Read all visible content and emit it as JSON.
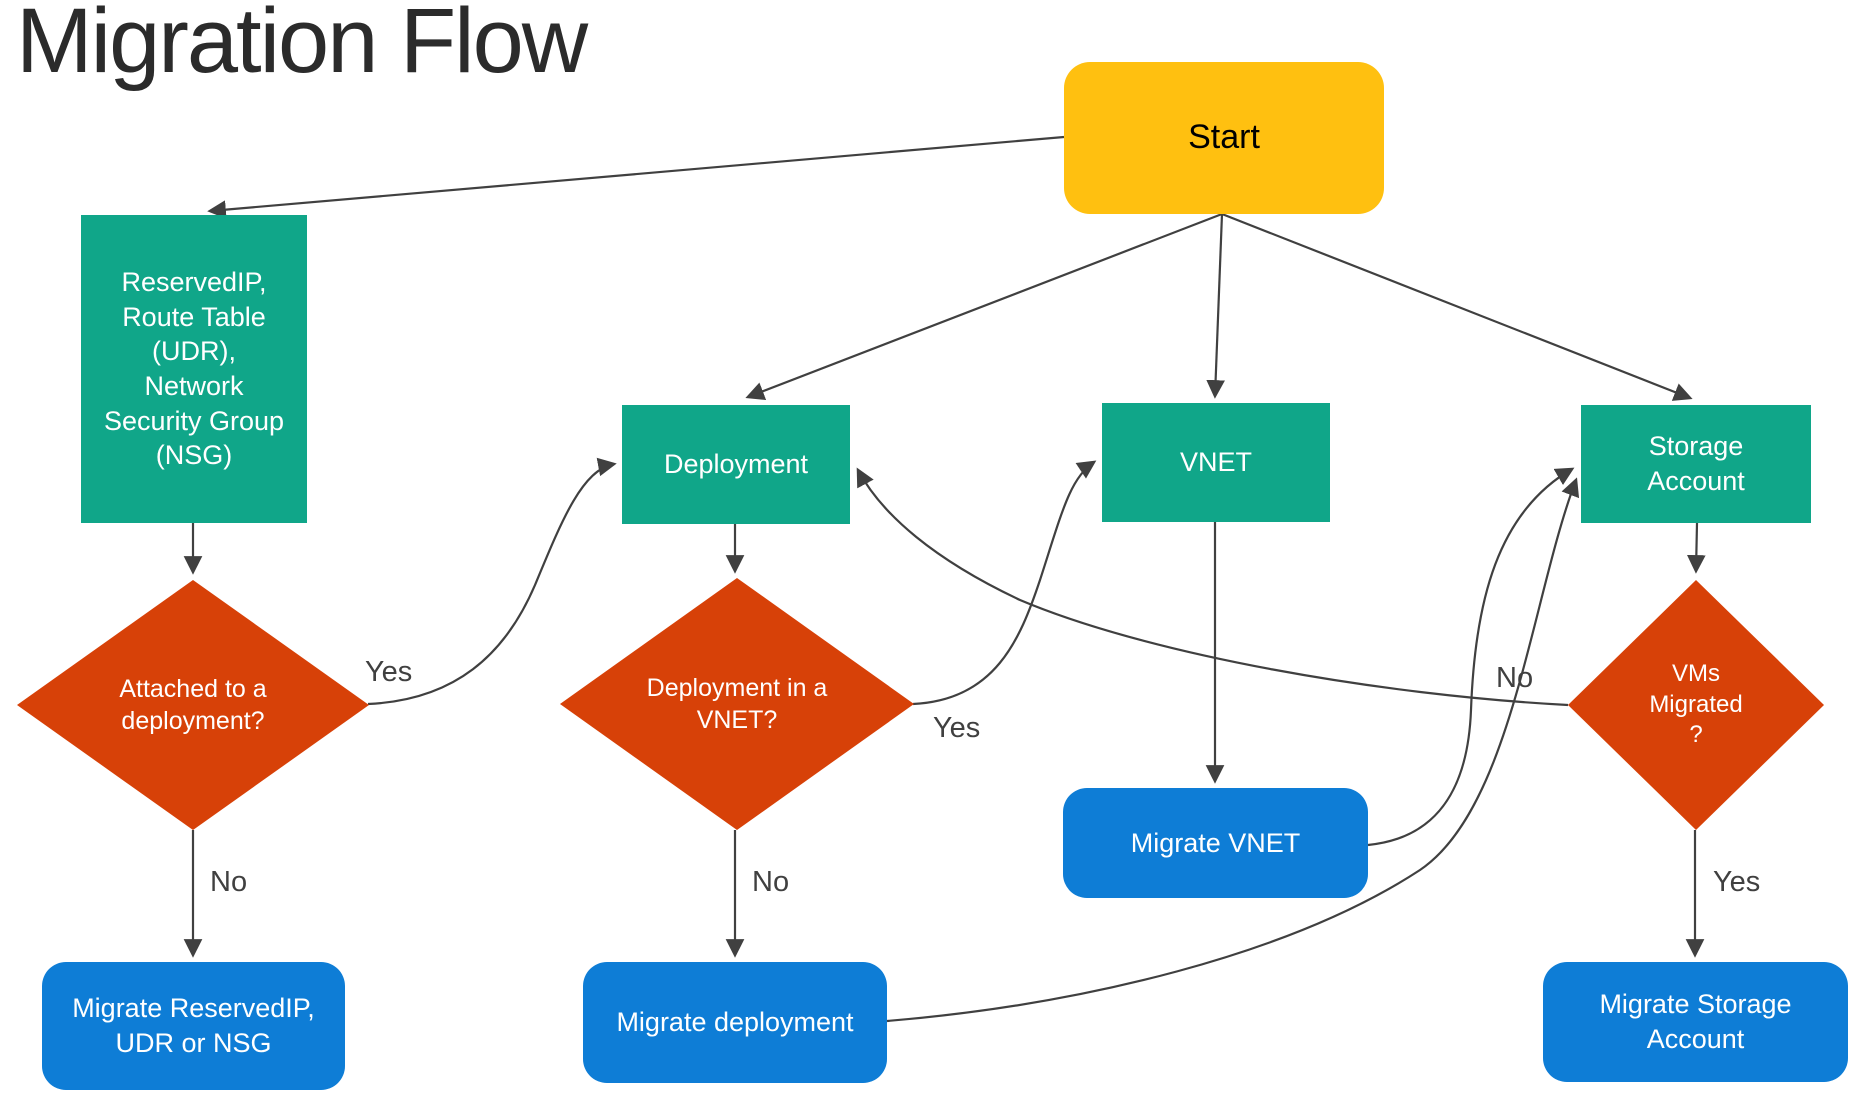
{
  "title": "Migration Flow",
  "colors": {
    "start_fill": "#FFC010",
    "entity_fill": "#10A689",
    "decision_fill": "#D74108",
    "action_fill": "#0E7DD6",
    "line": "#404040",
    "title_text": "#2b2b2b",
    "node_text": "#ffffff",
    "start_text": "#000000"
  },
  "nodes": {
    "start": {
      "label": "Start",
      "type": "start"
    },
    "reserved_ip": {
      "label": "ReservedIP, Route Table (UDR), Network Security Group (NSG)",
      "type": "entity"
    },
    "deployment": {
      "label": "Deployment",
      "type": "entity"
    },
    "vnet": {
      "label": "VNET",
      "type": "entity"
    },
    "storage_account": {
      "label": "Storage Account",
      "type": "entity"
    },
    "attached_to_deployment": {
      "label": "Attached to a deployment?",
      "type": "decision"
    },
    "deployment_in_vnet": {
      "label": "Deployment in a VNET?",
      "type": "decision"
    },
    "vms_migrated": {
      "label": "VMs Migrated ?",
      "type": "decision"
    },
    "migrate_reserved_ip": {
      "label": "Migrate ReservedIP, UDR or NSG",
      "type": "action"
    },
    "migrate_deployment": {
      "label": "Migrate deployment",
      "type": "action"
    },
    "migrate_vnet": {
      "label": "Migrate VNET",
      "type": "action"
    },
    "migrate_storage_account": {
      "label": "Migrate Storage Account",
      "type": "action"
    }
  },
  "edges": [
    {
      "from": "start",
      "to": "reserved_ip",
      "label": ""
    },
    {
      "from": "start",
      "to": "deployment",
      "label": ""
    },
    {
      "from": "start",
      "to": "vnet",
      "label": ""
    },
    {
      "from": "start",
      "to": "storage_account",
      "label": ""
    },
    {
      "from": "reserved_ip",
      "to": "attached_to_deployment",
      "label": ""
    },
    {
      "from": "attached_to_deployment",
      "to": "deployment",
      "label": "Yes"
    },
    {
      "from": "attached_to_deployment",
      "to": "migrate_reserved_ip",
      "label": "No"
    },
    {
      "from": "deployment",
      "to": "deployment_in_vnet",
      "label": ""
    },
    {
      "from": "deployment_in_vnet",
      "to": "vnet",
      "label": "Yes"
    },
    {
      "from": "deployment_in_vnet",
      "to": "migrate_deployment",
      "label": "No"
    },
    {
      "from": "vnet",
      "to": "migrate_vnet",
      "label": ""
    },
    {
      "from": "storage_account",
      "to": "vms_migrated",
      "label": ""
    },
    {
      "from": "vms_migrated",
      "to": "migrate_storage_account",
      "label": "Yes"
    },
    {
      "from": "vms_migrated",
      "to": "deployment",
      "label": "No"
    },
    {
      "from": "migrate_vnet",
      "to": "storage_account",
      "label": ""
    },
    {
      "from": "migrate_deployment",
      "to": "storage_account",
      "label": ""
    }
  ]
}
